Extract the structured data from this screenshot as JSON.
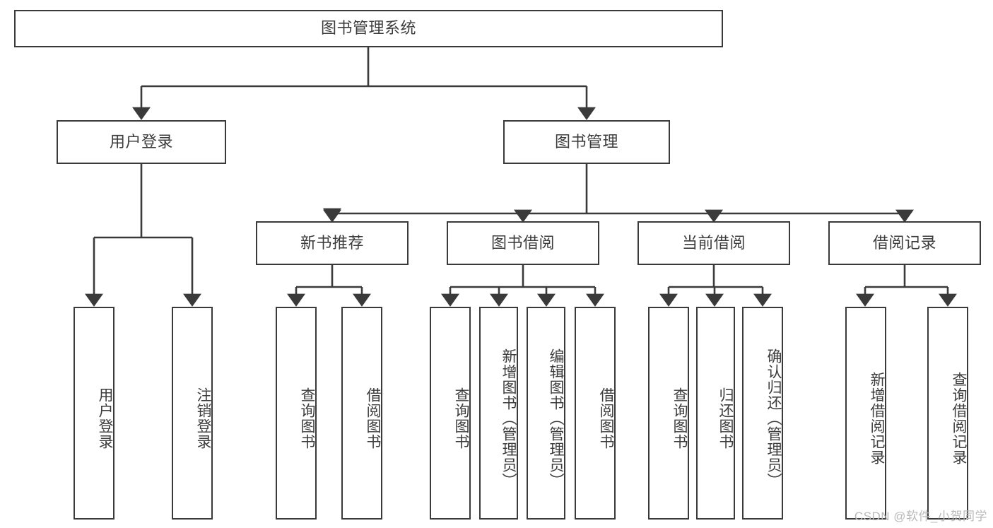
{
  "diagram": {
    "title": "图书管理系统",
    "type": "hierarchy-tree",
    "watermark": "CSDN @软件_小贺同学",
    "colors": {
      "stroke": "#3a3a3a",
      "text": "#3c3c3c",
      "background": "#ffffff",
      "watermark": "#b9b9b9"
    },
    "nodes": {
      "root": {
        "label": "图书管理系统"
      },
      "level2": [
        {
          "id": "user-login",
          "label": "用户登录"
        },
        {
          "id": "book-manage",
          "label": "图书管理"
        }
      ],
      "level3": [
        {
          "id": "new-book-recommend",
          "label": "新书推荐"
        },
        {
          "id": "book-borrow",
          "label": "图书借阅"
        },
        {
          "id": "current-borrow",
          "label": "当前借阅"
        },
        {
          "id": "borrow-record",
          "label": "借阅记录"
        }
      ],
      "leaves": [
        {
          "id": "leaf-user-login",
          "label": "用户登录"
        },
        {
          "id": "leaf-user-logout",
          "label": "注销登录"
        },
        {
          "id": "leaf-query-book-1",
          "label": "查询图书"
        },
        {
          "id": "leaf-borrow-book-1",
          "label": "借阅图书"
        },
        {
          "id": "leaf-query-book-2",
          "label": "查询图书"
        },
        {
          "id": "leaf-add-book",
          "label": "新增图书（管理员）"
        },
        {
          "id": "leaf-edit-book",
          "label": "编辑图书（管理员）"
        },
        {
          "id": "leaf-borrow-book-2",
          "label": "借阅图书"
        },
        {
          "id": "leaf-query-book-3",
          "label": "查询图书"
        },
        {
          "id": "leaf-return-book",
          "label": "归还图书"
        },
        {
          "id": "leaf-confirm-return",
          "label": "确认归还（管理员）"
        },
        {
          "id": "leaf-add-borrow-record",
          "label": "新增借阅记录"
        },
        {
          "id": "leaf-query-borrow-record",
          "label": "查询借阅记录"
        }
      ]
    }
  }
}
